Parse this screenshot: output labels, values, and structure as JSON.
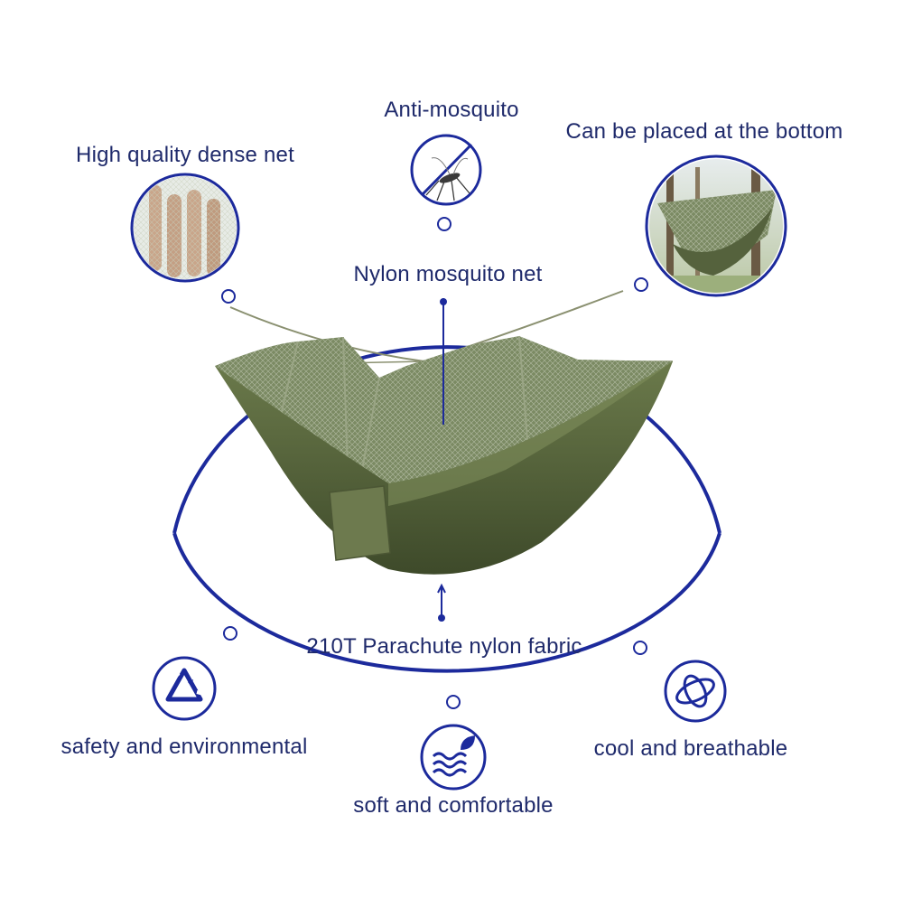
{
  "labels": {
    "top": "Anti-mosquito",
    "top_left": "High quality dense net",
    "top_right": "Can be placed at the bottom",
    "center_top": "Nylon mosquito net",
    "center_bottom": "210T Parachute nylon fabric",
    "bottom_left": "safety and environmental",
    "bottom_center": "soft and comfortable",
    "bottom_right": "cool and breathable"
  },
  "icons": {
    "top": "mosquito-prohibited-icon",
    "top_left": "hand-behind-net-photo",
    "top_right": "hammock-in-forest-photo",
    "bottom_left": "recycle-triangle-icon",
    "bottom_center": "water-wave-leaf-icon",
    "bottom_right": "air-flow-orbit-icon"
  },
  "colors": {
    "accent": "#1c2a9c",
    "text": "#1f2a6b",
    "hammock": "#56633e",
    "net": "#7b8a63"
  }
}
